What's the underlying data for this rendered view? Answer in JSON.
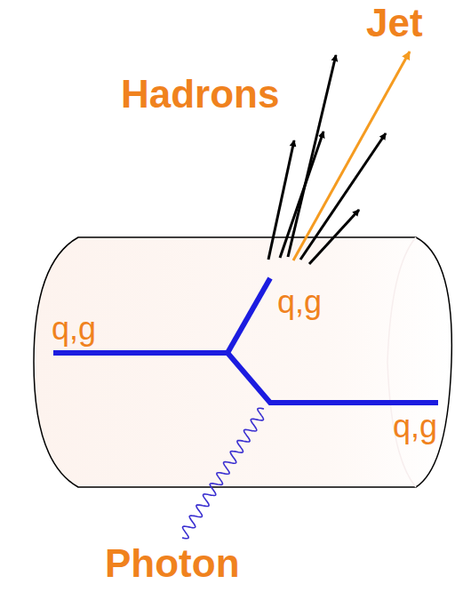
{
  "diagram": {
    "labels": [
      "Jet",
      "Hadrons",
      "q,g",
      "q,g",
      "q,g",
      "Photon"
    ]
  }
}
